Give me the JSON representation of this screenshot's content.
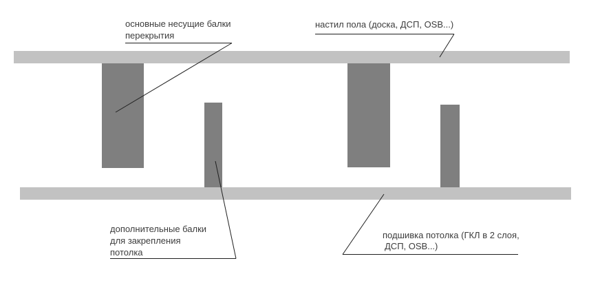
{
  "diagram": {
    "labels": {
      "main_beams_line1": "основные несущие балки",
      "main_beams_line2": "перекрытия",
      "floor_deck": "настил пола (доска, ДСП, OSB...)",
      "extra_beams_line1": "дополнительные балки",
      "extra_beams_line2": "для закрепления",
      "extra_beams_line3": "потолка",
      "ceiling_line1": "подшивка потолка (ГКЛ в 2 слоя,",
      "ceiling_line2": "ДСП, OSB...)"
    },
    "colors": {
      "bar": "#c2c2c2",
      "beam": "#7f7f7f",
      "line": "#1f1f1f",
      "text": "#3c3c3c",
      "bg": "#ffffff"
    }
  }
}
